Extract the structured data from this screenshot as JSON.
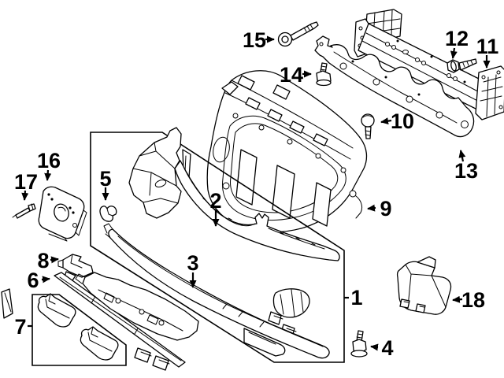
{
  "colors": {
    "background": "#ffffff",
    "line": "#000000"
  },
  "callouts": [
    {
      "label": "1"
    },
    {
      "label": "2"
    },
    {
      "label": "3"
    },
    {
      "label": "4"
    },
    {
      "label": "5"
    },
    {
      "label": "6"
    },
    {
      "label": "7"
    },
    {
      "label": "8"
    },
    {
      "label": "9"
    },
    {
      "label": "10"
    },
    {
      "label": "11"
    },
    {
      "label": "12"
    },
    {
      "label": "13"
    },
    {
      "label": "14"
    },
    {
      "label": "15"
    },
    {
      "label": "16"
    },
    {
      "label": "17"
    },
    {
      "label": "18"
    }
  ]
}
